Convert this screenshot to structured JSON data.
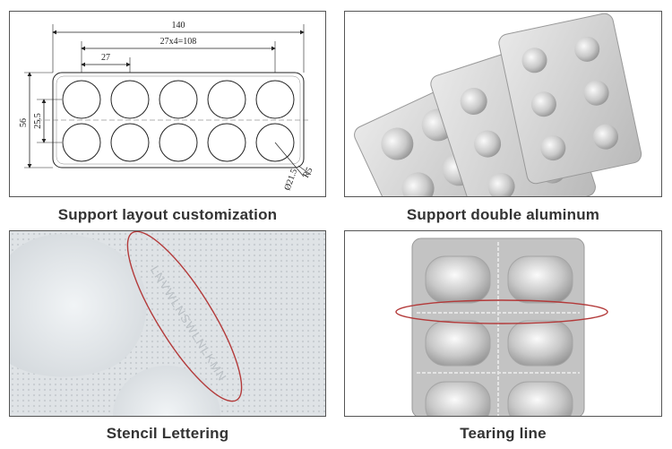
{
  "panels": [
    {
      "id": "layout",
      "caption": "Support layout customization",
      "dimensions": {
        "overall_width": "140",
        "pitch_total": "27x4=108",
        "pitch": "27",
        "overall_height": "56",
        "row_spacing": "25.5",
        "corner_radius": "R5",
        "diameter": "Ø21.5"
      }
    },
    {
      "id": "double-aluminum",
      "caption": "Support double aluminum"
    },
    {
      "id": "stencil",
      "caption": "Stencil Lettering"
    },
    {
      "id": "tearing",
      "caption": "Tearing line"
    }
  ],
  "colors": {
    "highlight_ellipse": "#b33a3a",
    "panel_border": "#555555",
    "caption_text": "#333333"
  }
}
